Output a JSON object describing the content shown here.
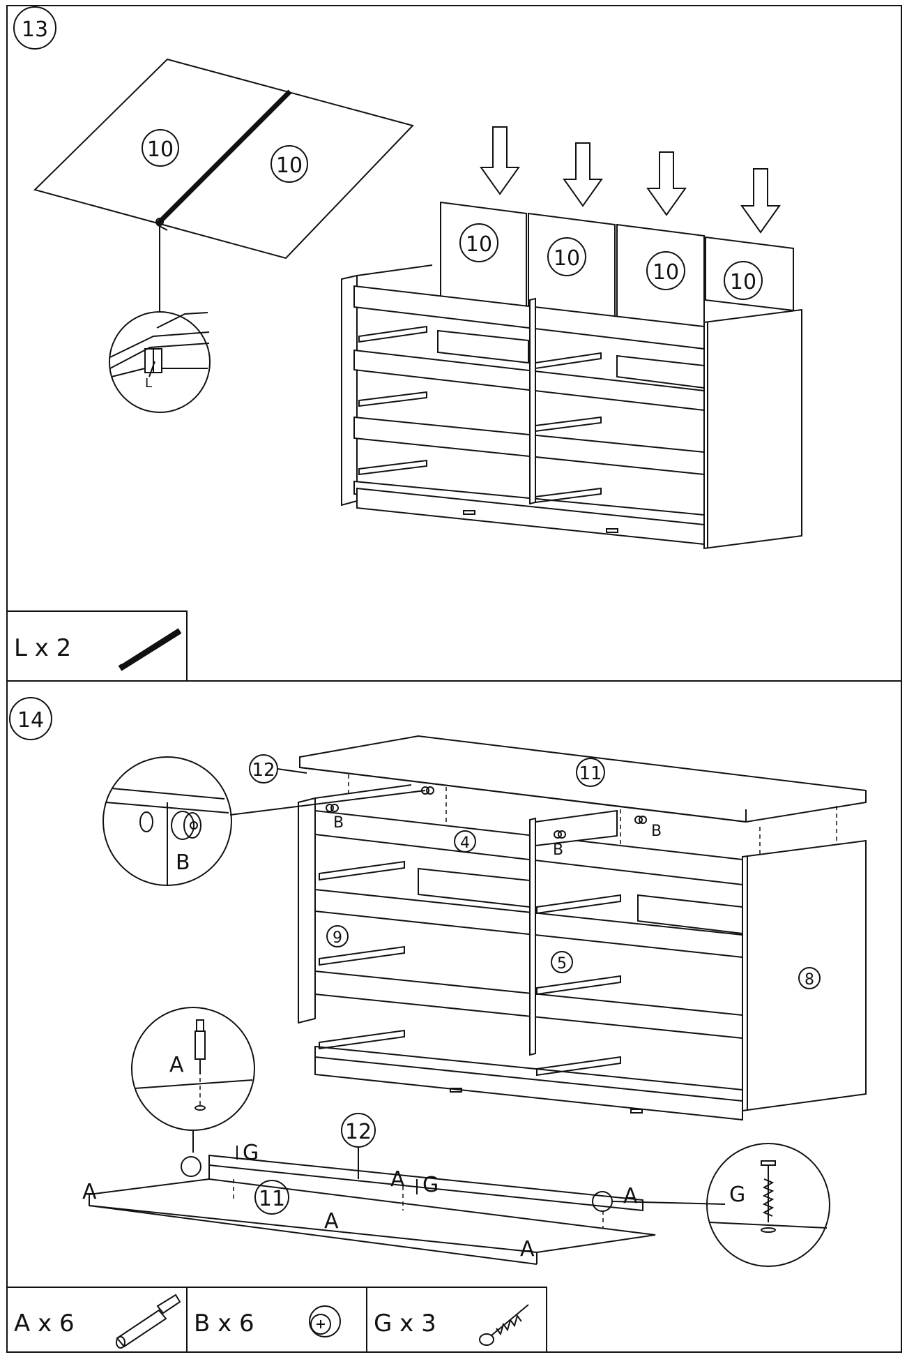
{
  "step13": {
    "number": "13",
    "callouts": {
      "panel_left": "10",
      "panel_right": "10",
      "back_1": "10",
      "back_2": "10",
      "back_3": "10",
      "back_4": "10",
      "detail_part": "L"
    },
    "parts_box": {
      "label": "L x 2",
      "icon": "connector-strip-icon"
    }
  },
  "step14": {
    "number": "14",
    "callouts": {
      "rail_top": "12",
      "top_board": "11",
      "drawer_rail": "4",
      "side_left": "9",
      "divider": "5",
      "side_right": "8",
      "cam_b1": "B",
      "cam_b2": "B",
      "cam_b3": "B",
      "detail_b": "B",
      "detail_a": "A",
      "rail_bottom": "12",
      "bottom_board": "11",
      "g1": "G",
      "g2": "G",
      "a1": "A",
      "a2": "A",
      "a3": "A",
      "a4": "A",
      "a5": "A",
      "detail_g": "G"
    },
    "parts": [
      {
        "label": "A x 6",
        "icon": "dowel-icon"
      },
      {
        "label": "B x 6",
        "icon": "cam-lock-icon"
      },
      {
        "label": "G x 3",
        "icon": "screw-icon"
      }
    ]
  },
  "colors": {
    "line": "#111111",
    "background": "#ffffff"
  }
}
